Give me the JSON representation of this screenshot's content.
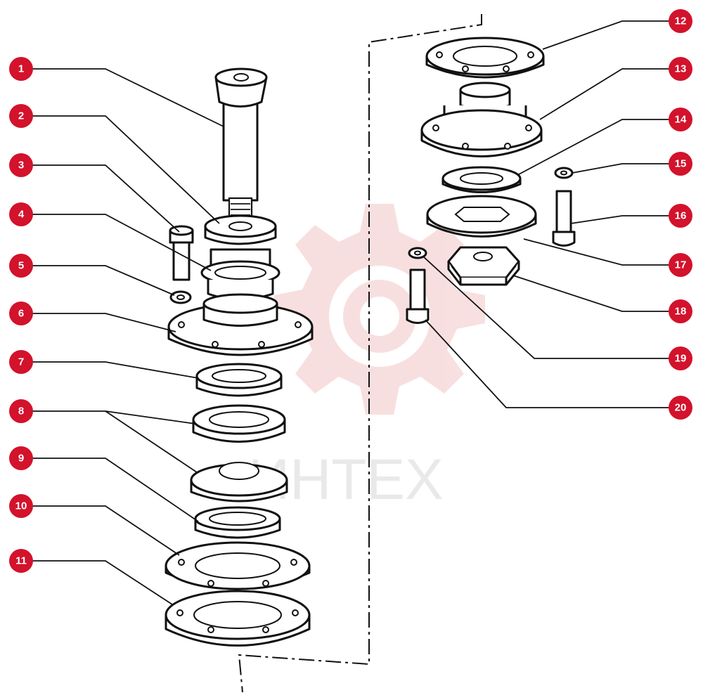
{
  "watermark": {
    "text": "ИНТЕХ",
    "color": "#f3c6c6"
  },
  "callouts": [
    {
      "number": "1"
    },
    {
      "number": "2"
    },
    {
      "number": "3"
    },
    {
      "number": "4"
    },
    {
      "number": "5"
    },
    {
      "number": "6"
    },
    {
      "number": "7"
    },
    {
      "number": "8"
    },
    {
      "number": "9"
    },
    {
      "number": "10"
    },
    {
      "number": "11"
    },
    {
      "number": "12"
    },
    {
      "number": "13"
    },
    {
      "number": "14"
    },
    {
      "number": "15"
    },
    {
      "number": "16"
    },
    {
      "number": "17"
    },
    {
      "number": "18"
    },
    {
      "number": "19"
    },
    {
      "number": "20"
    }
  ],
  "colors": {
    "callout": "#d3122c",
    "callout_text": "#ffffff",
    "line": "#111111"
  }
}
